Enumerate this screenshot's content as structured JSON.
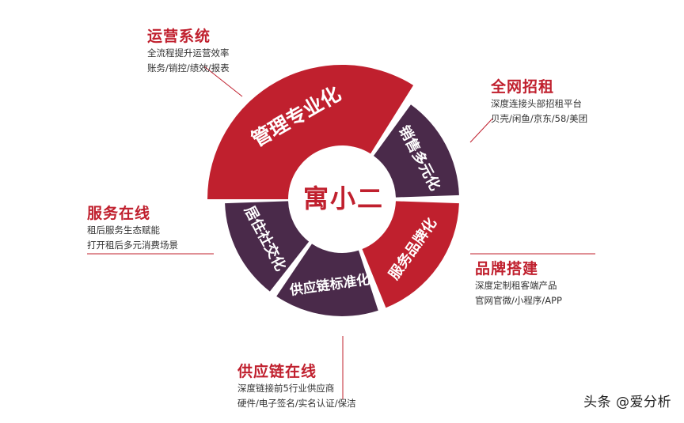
{
  "center_logo": "寓小二",
  "colors": {
    "red": "#c0202e",
    "purple": "#4a2a4a",
    "line": "#c0202e",
    "text": "#333333"
  },
  "segments": [
    {
      "id": "management",
      "label": "管理专业化",
      "color": "red"
    },
    {
      "id": "sales",
      "label": "销售多元化",
      "color": "purple"
    },
    {
      "id": "service",
      "label": "服务品牌化",
      "color": "red"
    },
    {
      "id": "supply",
      "label": "供应链标准化",
      "color": "purple"
    },
    {
      "id": "social",
      "label": "居住社交化",
      "color": "purple"
    }
  ],
  "annotations": {
    "ops": {
      "title": "运营系统",
      "lines": [
        "全流程提升运营效率",
        "账务/销控/绩效/报表"
      ]
    },
    "rent": {
      "title": "全网招租",
      "lines": [
        "深度连接头部招租平台",
        "贝壳/闲鱼/京东/58/美团"
      ]
    },
    "brand": {
      "title": "品牌搭建",
      "lines": [
        "深度定制租客端产品",
        "官网官微/小程序/APP"
      ]
    },
    "supply": {
      "title": "供应链在线",
      "lines": [
        "深度链接前5行业供应商",
        "硬件/电子签名/实名认证/保洁"
      ]
    },
    "service": {
      "title": "服务在线",
      "lines": [
        "租后服务生态赋能",
        "打开租后多元消费场景"
      ]
    }
  },
  "watermark": "头条 @爱分析"
}
